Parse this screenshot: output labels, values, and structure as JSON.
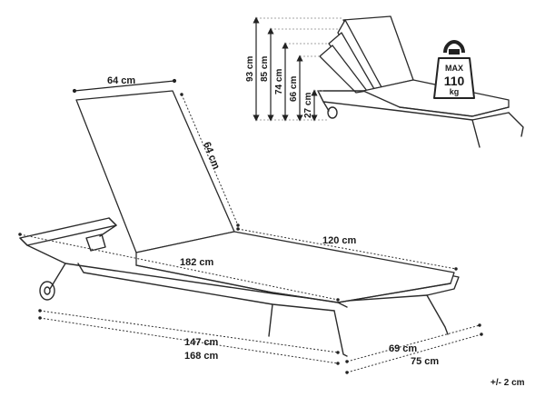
{
  "dimensions": {
    "backrest_width": "64 cm",
    "backrest_length": "64 cm",
    "seat_length": "120 cm",
    "total_cushion_length": "182 cm",
    "frame_length_inner": "147 cm",
    "frame_length_total": "168 cm",
    "frame_width_inner": "69 cm",
    "frame_width_total": "75 cm"
  },
  "heights": [
    {
      "label": "93 cm"
    },
    {
      "label": "85 cm"
    },
    {
      "label": "74 cm"
    },
    {
      "label": "66 cm"
    },
    {
      "label": "27 cm"
    }
  ],
  "max_load": {
    "line1": "MAX",
    "line2": "110",
    "line3": "kg"
  },
  "tolerance": "+/- 2 cm"
}
